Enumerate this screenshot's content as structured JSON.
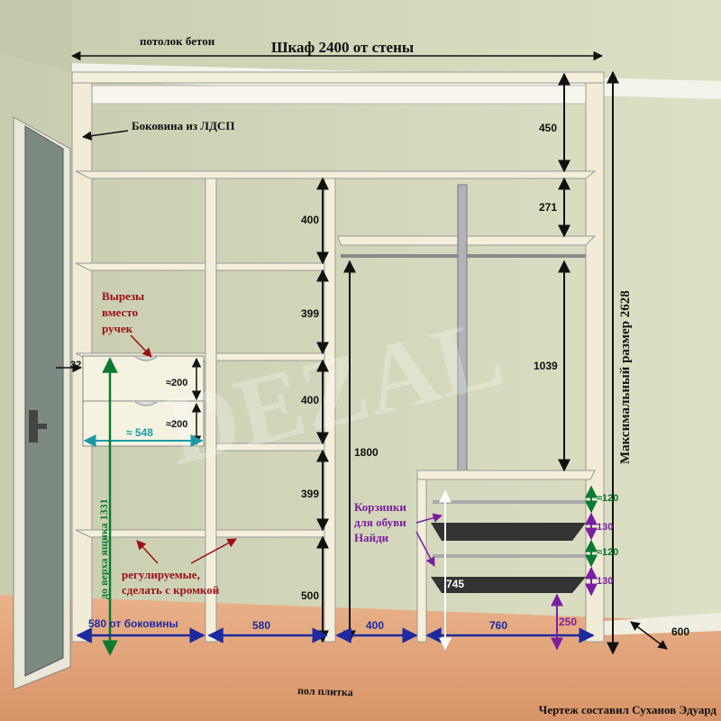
{
  "labels": {
    "ceiling": "потолок бетон",
    "title": "Шкаф 2400 от стены",
    "side_panel": "Боковина из ЛДСП",
    "cutouts": "Вырезы\nвместо\nручек",
    "adjustable": "регулируемые,\nсделать с кромкой",
    "baskets": "Корзинки\nдля обуви\nНайди",
    "max_size": "Максимальный размер 2628",
    "drawer_top": "до верха ящика 1331",
    "floor": "пол плитка",
    "author": "Чертеж составил Суханов Эдуард",
    "watermark": "DEZAL"
  },
  "dimensions": {
    "d450": "450",
    "d271": "271",
    "d400a": "400",
    "d399a": "399",
    "d400b": "400",
    "d399b": "399",
    "d500": "500",
    "d1800": "1800",
    "d1039": "1039",
    "d32": "32",
    "d200a": "≈200",
    "d200b": "≈200",
    "d548": "≈ 548",
    "d580a": "580 от боковины",
    "d580b": "580",
    "d400c": "400",
    "d760": "760",
    "d250": "250",
    "d745": "745",
    "d120a": "≈120",
    "d130a": "130",
    "d120b": "≈120",
    "d130b": "130",
    "d600": "600"
  },
  "colors": {
    "wall": "#d9dcbf",
    "floor": "#e3a87d",
    "board": "#f3efdb",
    "dim_black": "#111111",
    "dim_blue": "#1d2aa0",
    "dim_green": "#0a7a2e",
    "dim_purple": "#7a1fa0",
    "dim_teal": "#1a9aa6",
    "note_red": "#9a0f14"
  }
}
